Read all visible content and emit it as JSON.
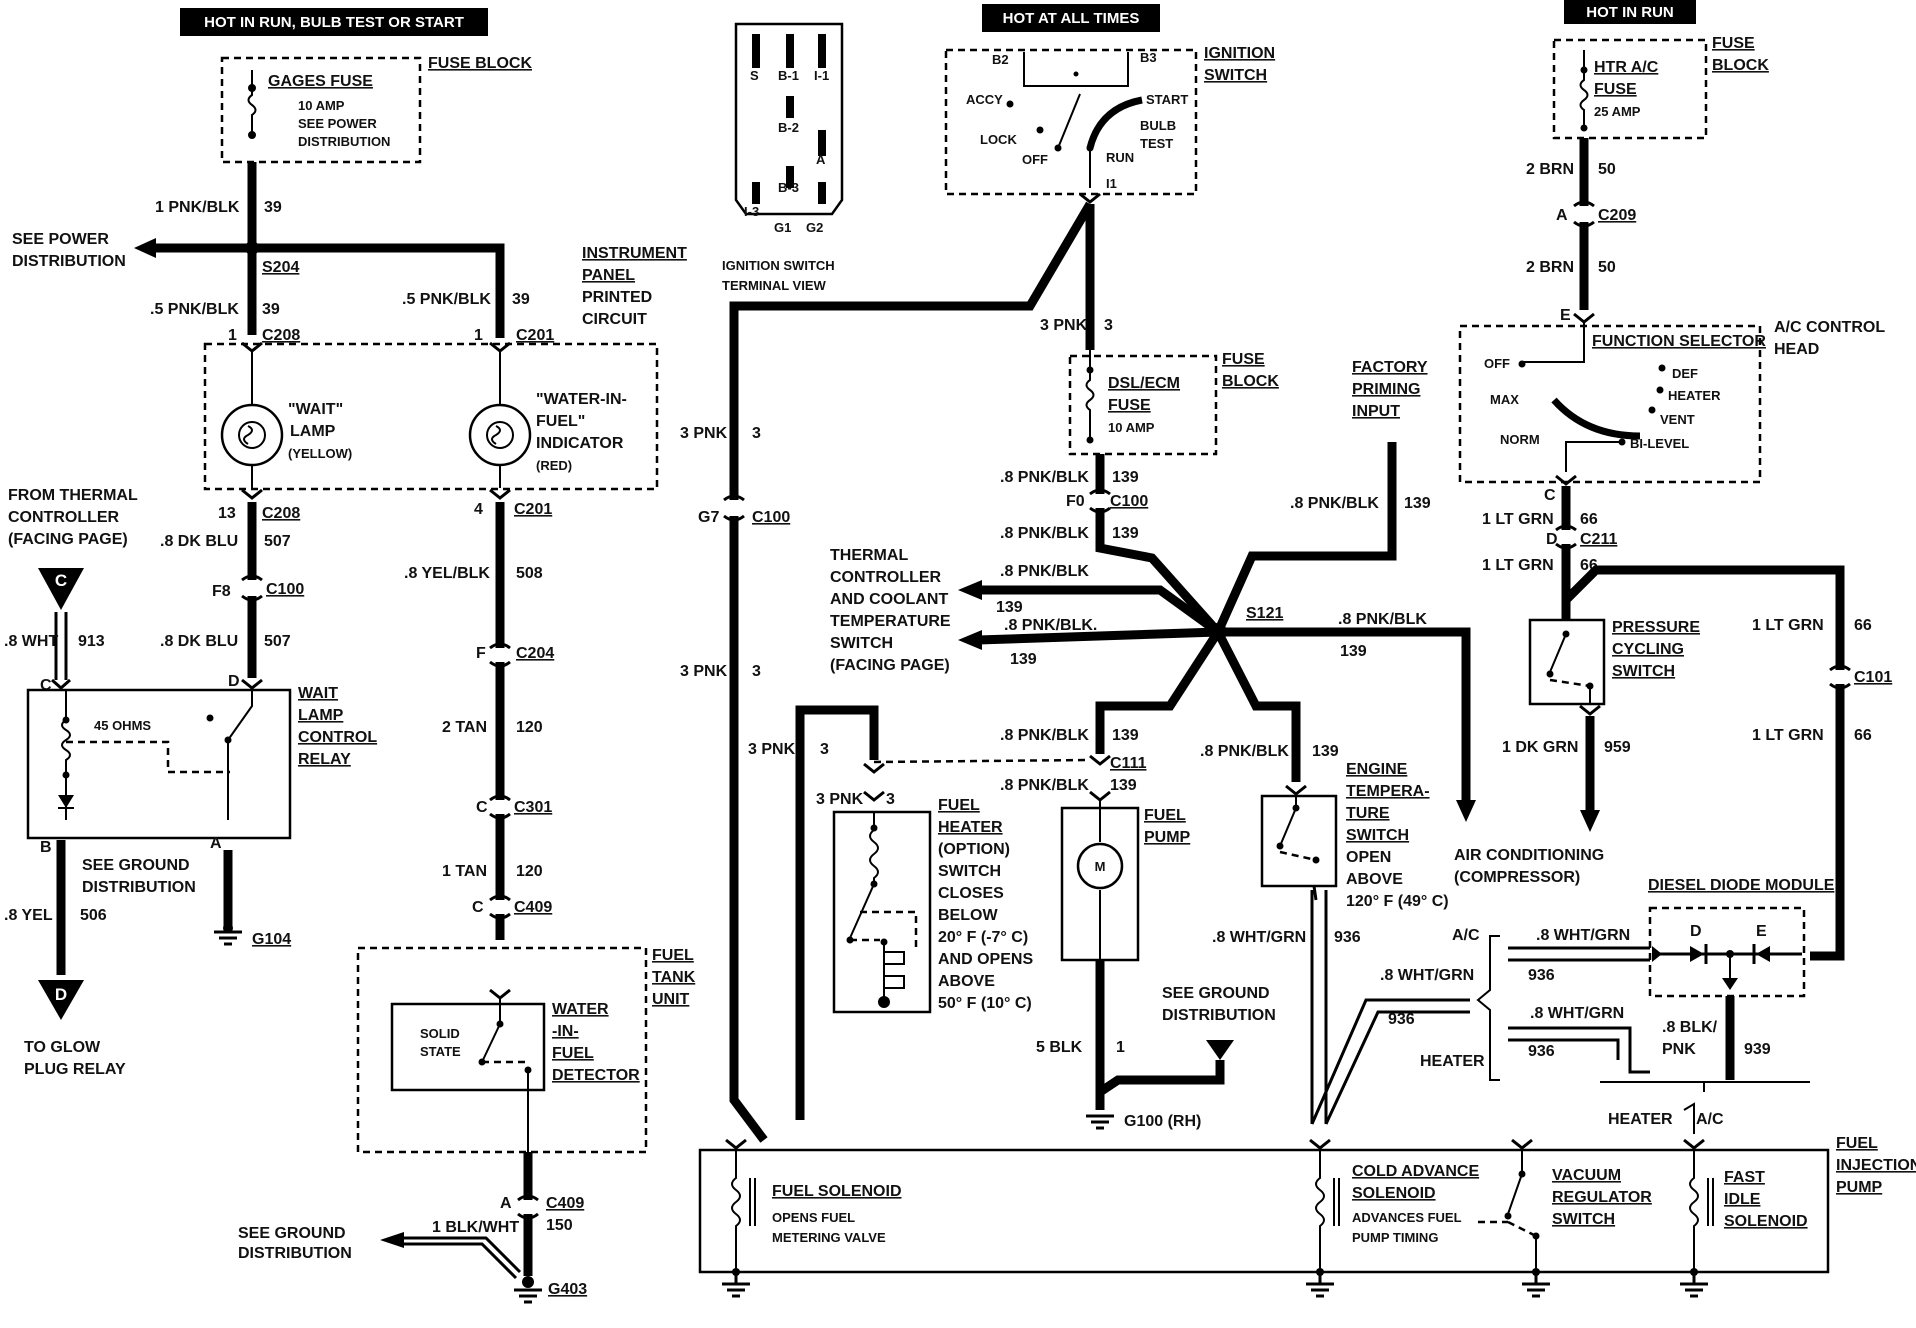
{
  "headers": {
    "hot_run_bulb_start": "HOT IN RUN, BULB TEST OR START",
    "hot_all_times": "HOT AT ALL TIMES",
    "hot_run": "HOT IN RUN"
  },
  "left": {
    "fuse_block": "FUSE BLOCK",
    "gages_fuse": "GAGES FUSE",
    "gages_amp": "10 AMP",
    "see_power_dist_1": "SEE POWER",
    "see_power_dist_2": "DISTRIBUTION",
    "w_1pnkblk": "1 PNK/BLK",
    "n39a": "39",
    "see_power_a": "SEE POWER",
    "see_power_b": "DISTRIBUTION",
    "s204": "S204",
    "w_5pnkblk_l": ".5 PNK/BLK",
    "n39b": "39",
    "w_5pnkblk_r": ".5 PNK/BLK",
    "n39c": "39",
    "pin1a": "1",
    "c208a": "C208",
    "pin1b": "1",
    "c201a": "C201",
    "ipc1": "INSTRUMENT",
    "ipc2": "PANEL",
    "ipc3": "PRINTED",
    "ipc4": "CIRCUIT",
    "wait1": "\"WAIT\"",
    "wait2": "LAMP",
    "wait3": "(YELLOW)",
    "wif1": "\"WATER-IN-",
    "wif2": "FUEL\"",
    "wif3": "INDICATOR",
    "wif4": "(RED)",
    "pin13": "13",
    "c208b": "C208",
    "pin4": "4",
    "c201b": "C201",
    "from_thermal_1": "FROM THERMAL",
    "from_thermal_2": "CONTROLLER",
    "from_thermal_3": "(FACING PAGE)",
    "w_8dkblu_a": ".8 DK BLU",
    "n507a": "507",
    "f8": "F8",
    "c100a": "C100",
    "w_8yelblk": ".8 YEL/BLK",
    "n508": "508",
    "w_8wht": ".8 WHT",
    "n913": "913",
    "w_8dkblu_b": ".8 DK BLU",
    "n507b": "507",
    "pf": "F",
    "c204": "C204",
    "pc": "C",
    "pd": "D",
    "ohms": "45 OHMS",
    "relay1": "WAIT",
    "relay2": "LAMP",
    "relay3": "CONTROL",
    "relay4": "RELAY",
    "w_2tan": "2 TAN",
    "n120a": "120",
    "pc2": "C",
    "c301": "C301",
    "pb": "B",
    "pa": "A",
    "see_ground_1": "SEE GROUND",
    "see_ground_2": "DISTRIBUTION",
    "w_1tan": "1 TAN",
    "n120b": "120",
    "pc3": "C",
    "c409a": "C409",
    "w_8yel": ".8 YEL",
    "n506": "506",
    "g104": "G104",
    "fuel_tank_1": "FUEL",
    "fuel_tank_2": "TANK",
    "fuel_tank_3": "UNIT",
    "solid_1": "SOLID",
    "solid_2": "STATE",
    "wifd1": "WATER",
    "wifd2": "-IN-",
    "wifd3": "FUEL",
    "wifd4": "DETECTOR",
    "to_glow_1": "TO GLOW",
    "to_glow_2": "PLUG RELAY",
    "pa2": "A",
    "c409b": "C409",
    "n150": "150",
    "see_ground_3": "SEE GROUND",
    "see_ground_4": "DISTRIBUTION",
    "w_1blkwht": "1 BLK/WHT",
    "g403": "G403",
    "conn_c": "C",
    "conn_d": "D"
  },
  "ign_view": {
    "s": "S",
    "b1": "B-1",
    "i1": "I-1",
    "b2": "B-2",
    "a": "A",
    "b3": "B-3",
    "i3": "I-3",
    "g1": "G1",
    "g2": "G2",
    "cap1": "IGNITION SWITCH",
    "cap2": "TERMINAL VIEW"
  },
  "center": {
    "ign1": "IGNITION",
    "ign2": "SWITCH",
    "b2": "B2",
    "b3": "B3",
    "accy": "ACCY",
    "start": "START",
    "lock": "LOCK",
    "off": "OFF",
    "run": "RUN",
    "bulb": "BULB",
    "test": "TEST",
    "i1": "I1",
    "w_3pnk_a": "3 PNK",
    "n3a": "3",
    "fuse1": "FUSE",
    "fuse2": "BLOCK",
    "dsl1": "DSL/ECM",
    "dsl2": "FUSE",
    "dsl3": "10 AMP",
    "w_3pnk_b": "3 PNK",
    "n3b": "3",
    "w_8pk_a": ".8 PNK/BLK",
    "n139a": "139",
    "f0": "F0",
    "c100b": "C100",
    "g7": "G7",
    "c100c": "C100",
    "w_8pk_b": ".8 PNK/BLK",
    "n139b": "139",
    "fpi1": "FACTORY",
    "fpi2": "PRIMING",
    "fpi3": "INPUT",
    "w_8pk_c": ".8 PNK/BLK",
    "n139c": "139",
    "tc1": "THERMAL",
    "tc2": "CONTROLLER",
    "tc3": "AND COOLANT",
    "tc4": "TEMPERATURE",
    "tc5": "SWITCH",
    "tc6": "(FACING PAGE)",
    "w_8pk_d": ".8 PNK/BLK",
    "n139d": "139",
    "w_8pk_e": ".8 PNK/BLK.",
    "n139e": "139",
    "s121": "S121",
    "w_8pk_f": ".8 PNK/BLK",
    "n139f": "139",
    "w_3pnk_c": "3 PNK",
    "n3c": "3",
    "w_3pnk_d": "3 PNK",
    "n3d": "3",
    "w_8pk_g": ".8 PNK/BLK",
    "n139g": "139",
    "c111": "C111",
    "w_8pk_h": ".8 PNK/BLK",
    "n139h": "139",
    "w_8pk_i": ".8 PNK/BLK",
    "n139i": "139",
    "w_3pnk_e": "3 PNK",
    "n3e": "3",
    "fh1": "FUEL",
    "fh2": "HEATER",
    "fh3": "(OPTION)",
    "fh4": "SWITCH",
    "fh5": "CLOSES",
    "fh6": "BELOW",
    "fh7": "20° F (-7° C)",
    "fh8": "AND OPENS",
    "fh9": "ABOVE",
    "fh10": "50° F (10° C)",
    "fp1": "FUEL",
    "fp2": "PUMP",
    "m": "M",
    "ets1": "ENGINE",
    "ets2": "TEMPERA-",
    "ets3": "TURE",
    "ets4": "SWITCH",
    "ets5": "OPEN",
    "ets6": "ABOVE",
    "ets7": "120° F (49° C)",
    "w_8whtgrn_a": ".8 WHT/GRN",
    "n936a": "936",
    "sgd1": "SEE GROUND",
    "sgd2": "DISTRIBUTION",
    "w_5blk": "5 BLK",
    "n1": "1",
    "g100": "G100 (RH)"
  },
  "right": {
    "fb1": "FUSE",
    "fb2": "BLOCK",
    "htr1": "HTR A/C",
    "htr2": "FUSE",
    "htr3": "25 AMP",
    "w_2brn_a": "2 BRN",
    "n50a": "50",
    "pa": "A",
    "c209": "C209",
    "w_2brn_b": "2 BRN",
    "n50b": "50",
    "pe": "E",
    "fs": "FUNCTION SELECTOR",
    "ach1": "A/C CONTROL",
    "ach2": "HEAD",
    "off": "OFF",
    "def": "DEF",
    "max": "MAX",
    "heater": "HEATER",
    "vent": "VENT",
    "norm": "NORM",
    "bilevel": "BI-LEVEL",
    "pc": "C",
    "w_1ltgrn_a": "1 LT GRN",
    "n66a": "66",
    "pd": "D",
    "c211": "C211",
    "w_1ltgrn_b": "1 LT GRN",
    "n66b": "66",
    "pcs1": "PRESSURE",
    "pcs2": "CYCLING",
    "pcs3": "SWITCH",
    "w_1ltgrn_c": "1 LT GRN",
    "n66c": "66",
    "c101": "C101",
    "w_1dkgrn": "1 DK GRN",
    "n959": "959",
    "w_1ltgrn_d": "1 LT GRN",
    "n66d": "66",
    "ac1": "AIR CONDITIONING",
    "ac2": "(COMPRESSOR)",
    "ddm": "DIESEL DIODE MODULE",
    "ac": "A/C",
    "w_8whtgrn_b": ".8 WHT/GRN",
    "n936b": "936",
    "dd": "D",
    "de": "E",
    "w_8whtgrn_c": ".8 WHT/GRN",
    "n936c": "936",
    "w_8whtgrn_d": ".8 WHT/GRN",
    "n936d": "936",
    "w_8blk": ".8 BLK/",
    "pnk": "PNK",
    "n939": "939",
    "heater2": "HEATER",
    "heater3": "HEATER",
    "ac2b": "A/C"
  },
  "bottom": {
    "fs1": "FUEL SOLENOID",
    "fs2": "OPENS FUEL",
    "fs3": "METERING VALVE",
    "cas1": "COLD ADVANCE",
    "cas2": "SOLENOID",
    "cas3": "ADVANCES FUEL",
    "cas4": "PUMP TIMING",
    "vrs1": "VACUUM",
    "vrs2": "REGULATOR",
    "vrs3": "SWITCH",
    "fis1": "FAST",
    "fis2": "IDLE",
    "fis3": "SOLENOID",
    "fip1": "FUEL",
    "fip2": "INJECTION",
    "fip3": "PUMP"
  }
}
